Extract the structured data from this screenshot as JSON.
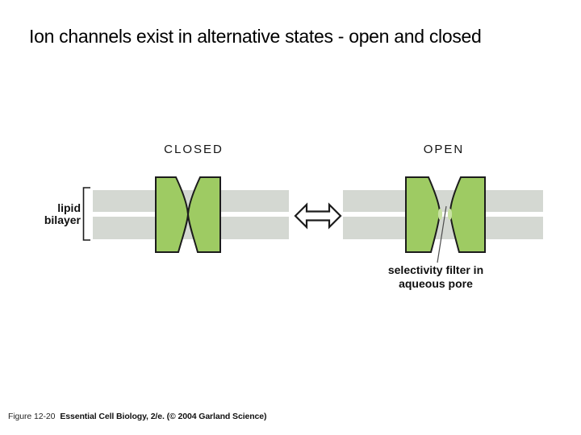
{
  "slide": {
    "title": "Ion channels exist in alternative states - open and closed",
    "caption": {
      "figure_ref": "Figure 12-20",
      "source": "Essential Cell Biology, 2/e. (© 2004 Garland Science)"
    }
  },
  "diagram": {
    "states": {
      "closed": "CLOSED",
      "open": "OPEN"
    },
    "labels": {
      "lipid_line1": "lipid",
      "lipid_line2": "bilayer",
      "selectivity_line1": "selectivity filter in",
      "selectivity_line2": "aqueous pore"
    },
    "colors": {
      "channel_green": "#9ecb63",
      "pore_tip_green": "#c9e2a4",
      "membrane_gray": "#d4d8d2",
      "outline": "#1c1c1c",
      "leader_line": "#4d4d4d",
      "arrow_fill": "#ffffff"
    }
  }
}
